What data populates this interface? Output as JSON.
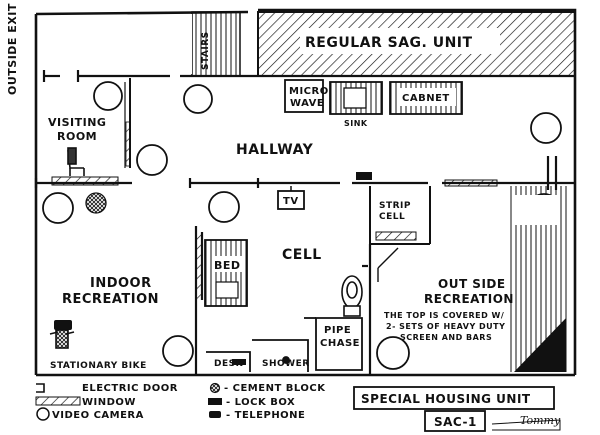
{
  "labels": {
    "outside_exit": "OUTSIDE EXIT",
    "stairs": "STAIRS",
    "regular_unit": "REGULAR SAG. UNIT",
    "microwave_line1": "MICRO",
    "microwave_line2": "WAVE",
    "sink": "SINK",
    "cabinet": "CABNET",
    "visiting_room_line1": "VISITING",
    "visiting_room_line2": "ROOM",
    "hallway": "HALLWAY",
    "tv": "TV",
    "strip_cell_line1": "STRIP",
    "strip_cell_line2": "CELL",
    "bed": "BED",
    "cell": "CELL",
    "indoor_line1": "INDOOR",
    "indoor_line2": "RECREATION",
    "outside_line1": "OUT SIDE",
    "outside_line2": "RECREATION",
    "cover_note_line1": "THE TOP IS COVERED W/",
    "cover_note_line2": "2- SETS OF HEAVY DUTY",
    "cover_note_line3": "SCREEN AND BARS",
    "pipe_line1": "PIPE",
    "pipe_line2": "CHASE",
    "desk": "DESK",
    "shower": "SHOWER",
    "stationary_bike": "STATIONARY BIKE"
  },
  "legend": {
    "electric_door": "ELECTRIC DOOR",
    "window": "WINDOW",
    "video_camera": "VIDEO CAMERA",
    "cement_block": "- CEMENT BLOCK",
    "lock_box": "- LOCK BOX",
    "telephone": "- TELEPHONE"
  },
  "title_block": {
    "title": "SPECIAL HOUSING UNIT",
    "code": "SAC-1",
    "signature": "Tommy"
  },
  "colors": {
    "ink": "#111111",
    "paper": "#ffffff"
  }
}
